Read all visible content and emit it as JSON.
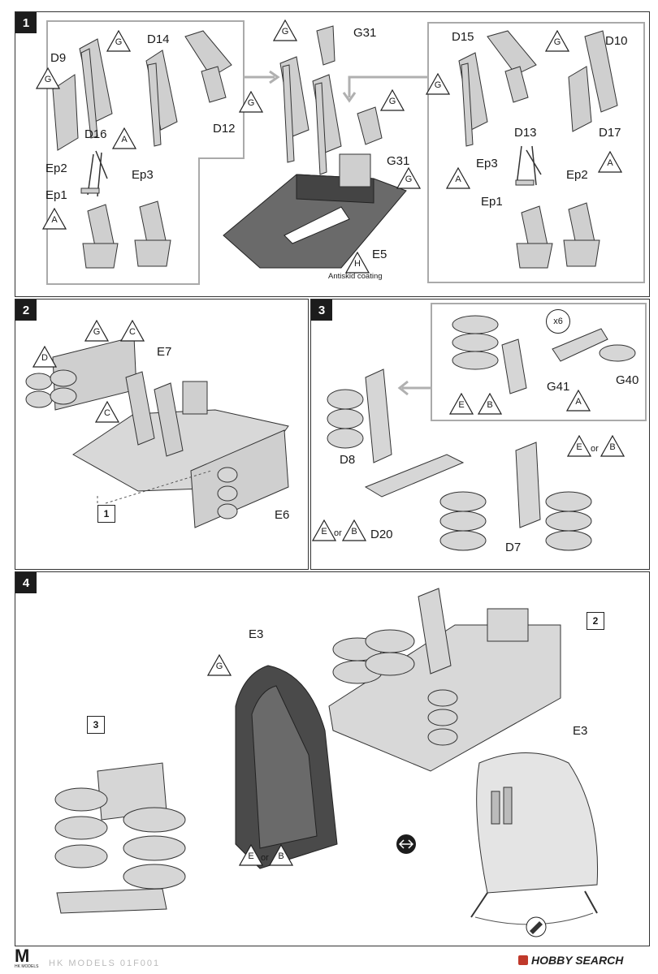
{
  "steps": [
    {
      "number": "1"
    },
    {
      "number": "2"
    },
    {
      "number": "3"
    },
    {
      "number": "4"
    }
  ],
  "step1": {
    "labels": {
      "d9": "D9",
      "d14": "D14",
      "d12": "D12",
      "d16": "D16",
      "ep2_left": "Ep2",
      "ep3_left": "Ep3",
      "ep1_left": "Ep1",
      "g31_top": "G31",
      "g31_mid": "G31",
      "e5": "E5",
      "d15": "D15",
      "d10": "D10",
      "d13": "D13",
      "d17": "D17",
      "ep3_right": "Ep3",
      "ep2_right": "Ep2",
      "ep1_right": "Ep1",
      "antiskid": "Antiskid coating"
    },
    "triangles": {
      "g_left_top": "G",
      "g_left_side": "G",
      "g_d12": "G",
      "a_left_top": "A",
      "a_left_bottom": "A",
      "g_g31_top": "G",
      "g_g31_mid": "G",
      "g_e5": "G",
      "h_antiskid": "H",
      "g_right_top": "G",
      "g_right_side": "G",
      "a_right_left": "A",
      "a_right_right": "A"
    }
  },
  "step2": {
    "labels": {
      "e7": "E7",
      "e6": "E6"
    },
    "triangles": {
      "d": "D",
      "g": "G",
      "c_top": "C",
      "c_mid": "C"
    },
    "ref": "1"
  },
  "step3": {
    "labels": {
      "g41": "G41",
      "g40": "G40",
      "d8": "D8",
      "d20": "D20",
      "d7": "D7"
    },
    "circle": "x6",
    "triangles": {
      "a_g41": "A",
      "e_inset": "E",
      "b_inset": "B",
      "e_d7": "E",
      "b_d7": "B",
      "e_d20": "E",
      "b_d20": "B"
    },
    "or_text": "or"
  },
  "step4": {
    "labels": {
      "e3_left": "E3",
      "e3_right": "E3"
    },
    "triangles": {
      "g": "G",
      "e": "E",
      "b": "B"
    },
    "refs": {
      "ref2": "2",
      "ref3": "3"
    },
    "or_text": "or"
  },
  "footer": {
    "brand_mark": "M",
    "brand_sub": "HK MODELS",
    "code": "HK MODELS  01F001",
    "watermark": "HOBBY SEARCH"
  },
  "colors": {
    "ink": "#1a1a1a",
    "part": "#cfcfcf",
    "panel_dark": "#555555",
    "arrow": "#b0b0b0"
  }
}
